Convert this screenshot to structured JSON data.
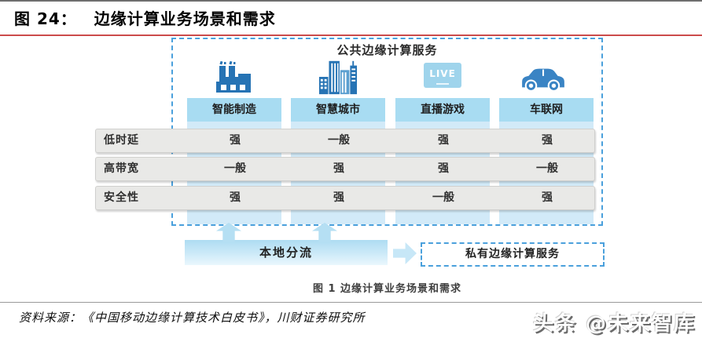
{
  "page": {
    "title_prefix": "图 24：",
    "title_text": "边缘计算业务场景和需求"
  },
  "diagram": {
    "public_service_title": "公共边缘计算服务",
    "columns": [
      {
        "label": "智能制造",
        "icon": "factory-icon"
      },
      {
        "label": "智慧城市",
        "icon": "city-icon"
      },
      {
        "label": "直播游戏",
        "icon": "live-tv-icon"
      },
      {
        "label": "车联网",
        "icon": "car-icon"
      }
    ],
    "live_badge": "LIVE",
    "rows": [
      {
        "label": "低时延",
        "values": [
          "强",
          "一般",
          "强",
          "强"
        ]
      },
      {
        "label": "高带宽",
        "values": [
          "一般",
          "强",
          "强",
          "一般"
        ]
      },
      {
        "label": "安全性",
        "values": [
          "强",
          "强",
          "一般",
          "强"
        ]
      }
    ],
    "local_offload": "本地分流",
    "private_service": "私有边缘计算服务",
    "caption": "图 1 边缘计算业务场景和需求"
  },
  "footer": {
    "source": "资料来源：《中国移动边缘计算技术白皮书》，川财证券研究所",
    "watermark": "头条 @未来智库"
  },
  "colors": {
    "accent_red": "#cc4b4b",
    "icon_blue": "#2673b4",
    "car_blue": "#3a84c4",
    "live_blue": "#9fd4ec",
    "header_blue": "#a8dcf2",
    "strip_blue": "#d2eaf8",
    "dashed_border_blue": "#4aa0dc",
    "row_gray": "#e9e9e7"
  }
}
